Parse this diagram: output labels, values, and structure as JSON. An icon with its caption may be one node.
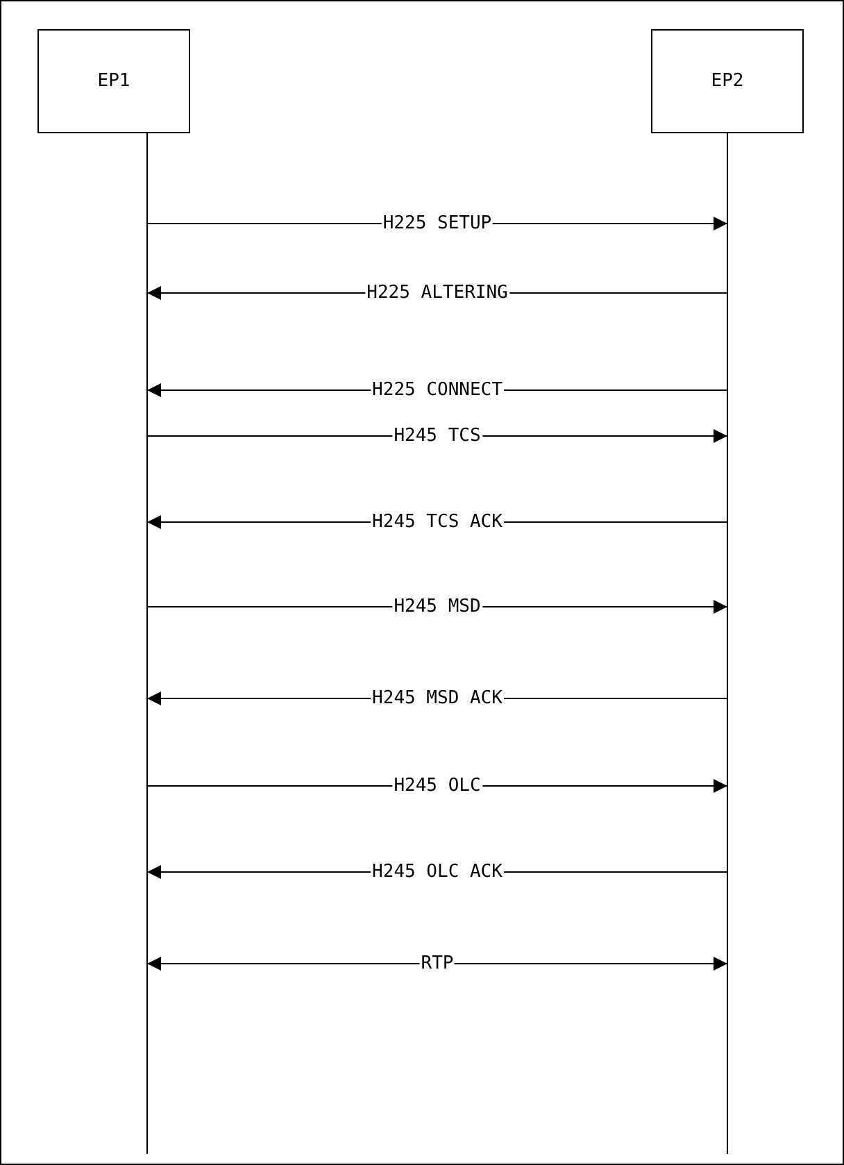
{
  "diagram": {
    "nodes": [
      {
        "text": [
          "EP1"
        ]
      },
      {
        "text": [
          "EP2"
        ]
      }
    ],
    "edges": [
      {
        "from": 0,
        "to": 1,
        "arrow": "to",
        "label": "H225 SETUP"
      },
      {
        "from": 1,
        "to": 0,
        "arrow": "to",
        "label": "H225 ALTERING"
      },
      {
        "from": 1,
        "to": 0,
        "arrow": "to",
        "label": "H225 CONNECT"
      },
      {
        "from": 0,
        "to": 1,
        "arrow": "to",
        "label": "H245 TCS"
      },
      {
        "from": 1,
        "to": 0,
        "arrow": "to",
        "label": "H245 TCS ACK"
      },
      {
        "from": 0,
        "to": 1,
        "arrow": "to",
        "label": "H245 MSD"
      },
      {
        "from": 1,
        "to": 0,
        "arrow": "to",
        "label": "H245 MSD ACK"
      },
      {
        "from": 0,
        "to": 1,
        "arrow": "to",
        "label": "H245 OLC"
      },
      {
        "from": 1,
        "to": 0,
        "arrow": "to",
        "label": "H245 OLC ACK"
      },
      {
        "from": 0,
        "to": 1,
        "arrow": "both",
        "label": "RTP"
      }
    ]
  }
}
